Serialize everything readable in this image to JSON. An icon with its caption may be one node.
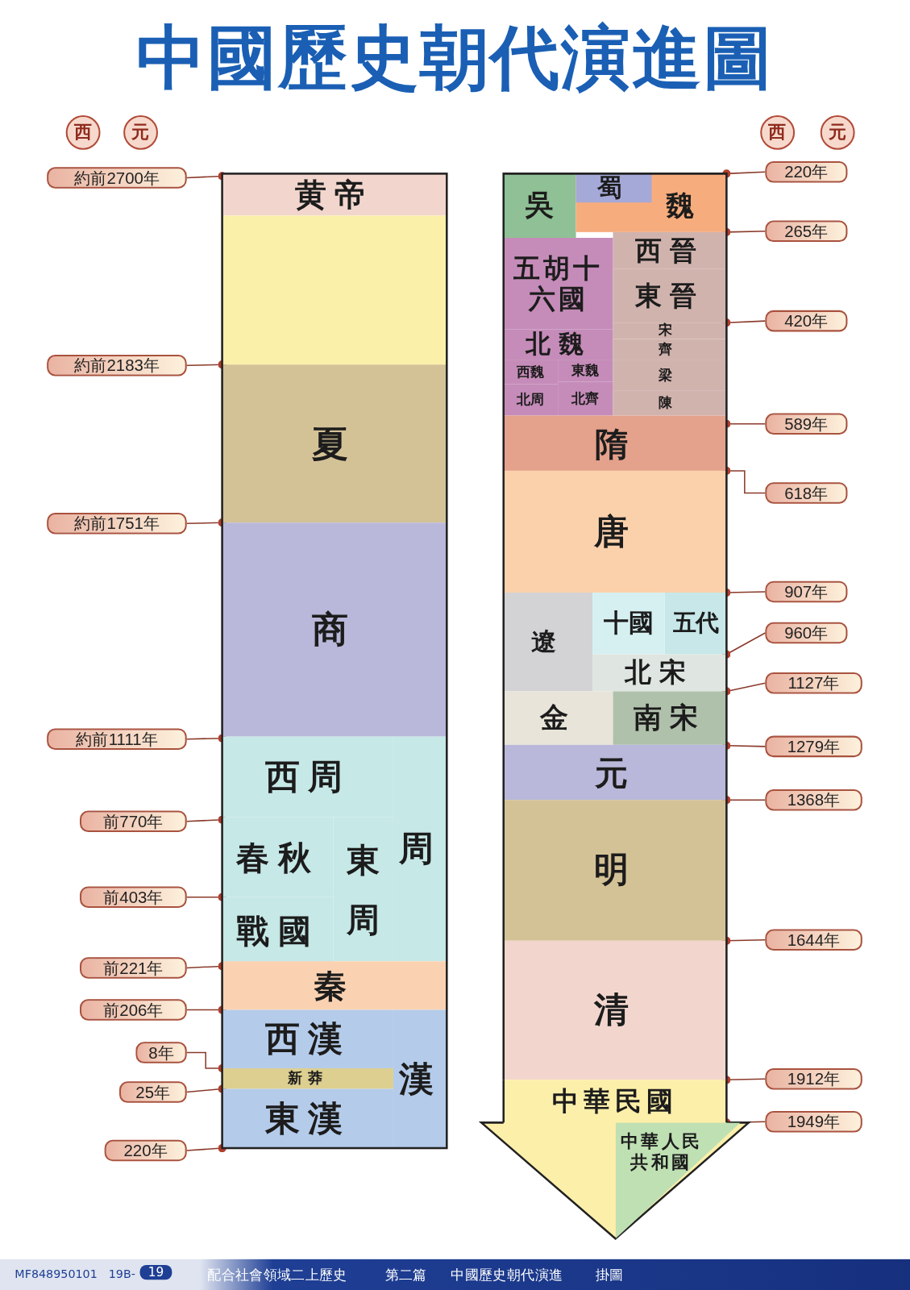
{
  "diagram": {
    "title": "中國歷史朝代演進圖",
    "nodes": [
      {
        "text": [
          "西"
        ]
      },
      {
        "text": [
          "元"
        ]
      },
      {
        "text": [
          "西"
        ]
      },
      {
        "text": [
          "元"
        ]
      },
      {
        "text": [
          "約前2700年"
        ]
      },
      {
        "text": [
          "約前2183年"
        ]
      },
      {
        "text": [
          "約前1751年"
        ]
      },
      {
        "text": [
          "約前1111年"
        ]
      },
      {
        "text": [
          "前770年"
        ]
      },
      {
        "text": [
          "前403年"
        ]
      },
      {
        "text": [
          "前221年"
        ]
      },
      {
        "text": [
          "前206年"
        ]
      },
      {
        "text": [
          "8年"
        ]
      },
      {
        "text": [
          "25年"
        ]
      },
      {
        "text": [
          "220年"
        ]
      },
      {
        "text": [
          "黄帝"
        ]
      },
      {
        "text": [],
        "shape": "box"
      },
      {
        "text": [
          "夏"
        ]
      },
      {
        "text": [
          "商"
        ]
      },
      {
        "text": [
          "西周"
        ]
      },
      {
        "text": [
          "周"
        ]
      },
      {
        "text": [
          "春秋"
        ]
      },
      {
        "text": [
          "東周"
        ]
      },
      {
        "text": [
          "戰國"
        ]
      },
      {
        "text": [
          "秦"
        ]
      },
      {
        "text": [
          "西漢"
        ]
      },
      {
        "text": [
          "漢"
        ]
      },
      {
        "text": [
          "新莽"
        ]
      },
      {
        "text": [
          "東漢"
        ]
      },
      {
        "text": [
          "220年"
        ]
      },
      {
        "text": [
          "265年"
        ]
      },
      {
        "text": [
          "420年"
        ]
      },
      {
        "text": [
          "589年"
        ]
      },
      {
        "text": [
          "618年"
        ]
      },
      {
        "text": [
          "907年"
        ]
      },
      {
        "text": [
          "960年"
        ]
      },
      {
        "text": [
          "1127年"
        ]
      },
      {
        "text": [
          "1279年"
        ]
      },
      {
        "text": [
          "1368年"
        ]
      },
      {
        "text": [
          "1644年"
        ]
      },
      {
        "text": [
          "1912年"
        ]
      },
      {
        "text": [
          "1949年"
        ]
      },
      {
        "text": [
          "蜀"
        ],
        "in": 44
      },
      {
        "text": [
          "吳"
        ]
      },
      {
        "text": [
          "魏"
        ]
      },
      {
        "text": [
          "西晉"
        ]
      },
      {
        "text": [
          "五胡十六國"
        ]
      },
      {
        "text": [
          "東晉"
        ]
      },
      {
        "text": [
          "宋"
        ]
      },
      {
        "text": [
          "北魏"
        ]
      },
      {
        "text": [
          "齊"
        ]
      },
      {
        "text": [
          "西魏"
        ]
      },
      {
        "text": [
          "東魏"
        ]
      },
      {
        "text": [
          "梁"
        ]
      },
      {
        "text": [
          "北齊"
        ]
      },
      {
        "text": [
          "北周"
        ]
      },
      {
        "text": [
          "陳"
        ]
      },
      {
        "text": [
          "隋"
        ]
      },
      {
        "text": [
          "唐"
        ]
      },
      {
        "text": [
          "十國"
        ]
      },
      {
        "text": [
          "五代"
        ]
      },
      {
        "text": [
          "遼"
        ]
      },
      {
        "text": [
          "北宋"
        ]
      },
      {
        "text": [
          "金"
        ]
      },
      {
        "text": [
          "南宋"
        ]
      },
      {
        "text": [
          "元"
        ]
      },
      {
        "text": [
          "明"
        ]
      },
      {
        "text": [
          "清"
        ]
      },
      {
        "text": [
          "中華民國"
        ]
      },
      {
        "text": [
          "中華人民共和國"
        ],
        "in": 68
      }
    ],
    "edges": [
      {
        "from": 4,
        "to": 15,
        "arrow": "other"
      },
      {
        "from": 5,
        "to": 17,
        "arrow": "other"
      },
      {
        "from": 6,
        "to": 18,
        "arrow": "other"
      },
      {
        "from": 7,
        "to": 19,
        "arrow": "other"
      },
      {
        "from": 8,
        "to": 21,
        "arrow": "other"
      },
      {
        "from": 9,
        "to": 23,
        "arrow": "other"
      },
      {
        "from": 10,
        "to": 24,
        "arrow": "other"
      },
      {
        "from": 11,
        "to": 25,
        "arrow": "other"
      },
      {
        "from": 12,
        "to": 27,
        "arrow": "other"
      },
      {
        "from": 13,
        "to": 28,
        "arrow": "other"
      },
      {
        "from": 14,
        "to": 28,
        "arrow": "other"
      },
      {
        "from": 29,
        "to": 44,
        "arrow": "other"
      },
      {
        "from": 30,
        "to": 45,
        "arrow": "other"
      },
      {
        "from": 31,
        "to": 48,
        "arrow": "other"
      },
      {
        "from": 32,
        "to": 57,
        "arrow": "other"
      },
      {
        "from": 33,
        "to": 58,
        "arrow": "other"
      },
      {
        "from": 34,
        "to": 60,
        "arrow": "other"
      },
      {
        "from": 35,
        "to": 62,
        "arrow": "other"
      },
      {
        "from": 36,
        "to": 64,
        "arrow": "other"
      },
      {
        "from": 37,
        "to": 65,
        "arrow": "other"
      },
      {
        "from": 38,
        "to": 66,
        "arrow": "other"
      },
      {
        "from": 39,
        "to": 67,
        "arrow": "other"
      },
      {
        "from": 40,
        "to": 68,
        "arrow": "other"
      },
      {
        "from": 41,
        "to": 69,
        "arrow": "other"
      }
    ],
    "labels": [
      "MF848950101",
      "19B-",
      "19",
      "配合社會領域二上歷史",
      "第二篇",
      "中國歷史朝代演進",
      "掛圖"
    ]
  }
}
